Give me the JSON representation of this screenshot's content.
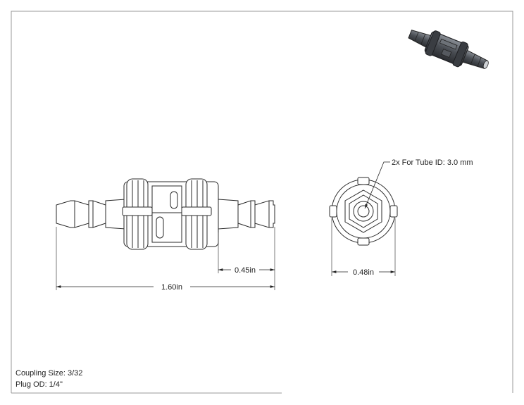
{
  "dimensions": {
    "overall_length": "1.60in",
    "barb_length": "0.45in",
    "end_width": "0.48in"
  },
  "callout": {
    "tube_note": "2x For Tube ID: 3.0 mm"
  },
  "specs": {
    "coupling_size": "Coupling Size: 3/32",
    "plug_od": "Plug OD: 1/4\""
  },
  "colors": {
    "line": "#2a2a2a",
    "frame": "#888888",
    "part_body": "#f2f2f2",
    "iso_dark": "#3c3f44"
  }
}
